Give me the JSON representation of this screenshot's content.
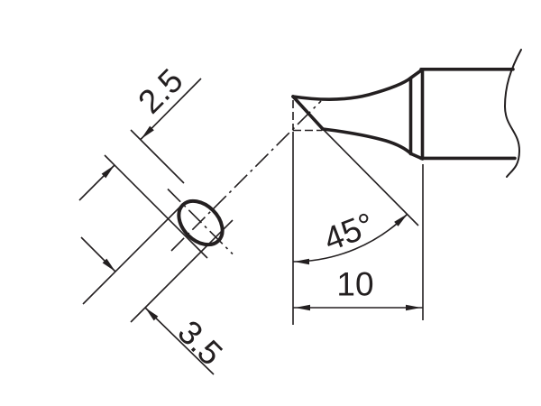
{
  "drawing": {
    "labels": {
      "face_minor_width": "2.5",
      "face_major_width": "3.5",
      "bevel_angle": "45°",
      "bevel_length": "10"
    }
  },
  "colors": {
    "ink": "#231f20",
    "background": "#ffffff"
  }
}
